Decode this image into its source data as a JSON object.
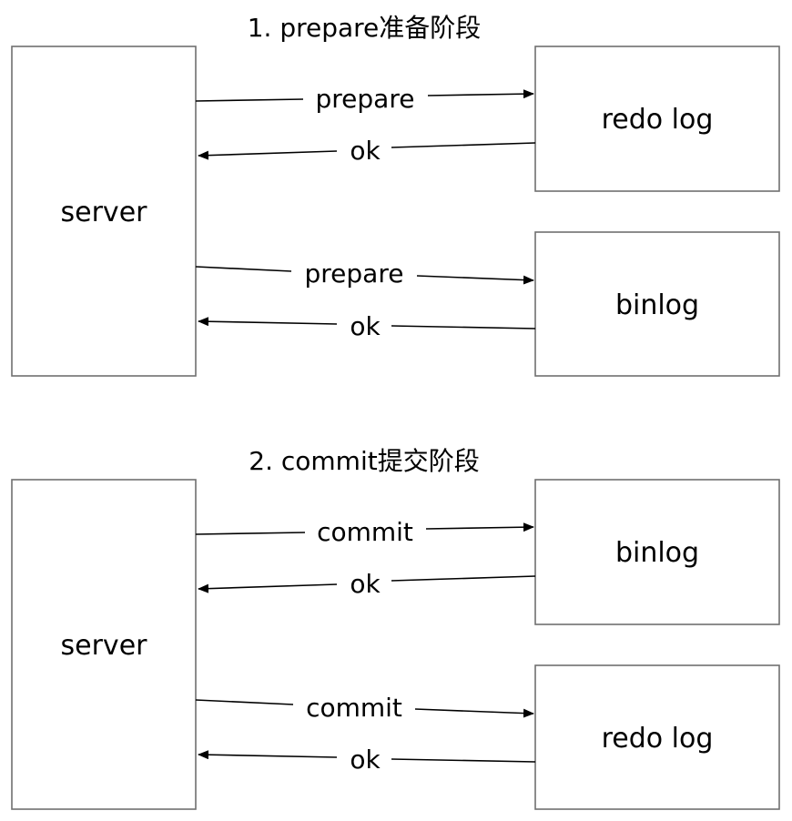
{
  "diagram": {
    "phases": [
      {
        "title": "1. prepare准备阶段",
        "server_label": "server",
        "targets": [
          "redo log",
          "binlog"
        ],
        "request_label": "prepare",
        "response_label": "ok"
      },
      {
        "title": "2. commit提交阶段",
        "server_label": "server",
        "targets": [
          "binlog",
          "redo log"
        ],
        "request_label": "commit",
        "response_label": "ok"
      }
    ],
    "colors": {
      "line": "#000000",
      "box_border": "#707070",
      "background": "#ffffff"
    }
  }
}
